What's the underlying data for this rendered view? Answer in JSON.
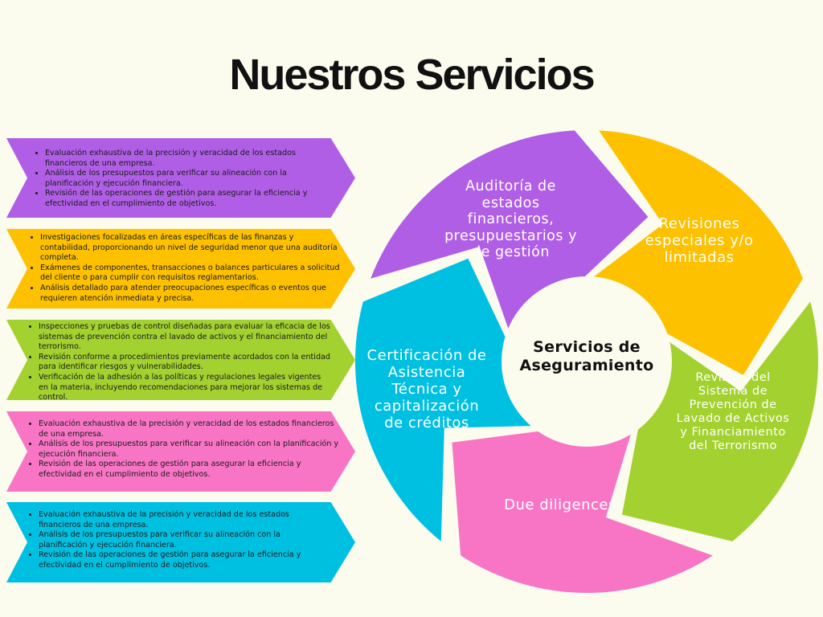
{
  "title": "Nuestros Servicios",
  "colors": {
    "background": "#fbfbee",
    "purple": "#b05ee6",
    "yellow": "#fdc100",
    "green": "#a3d12f",
    "pink": "#f875c5",
    "cyan": "#00c0e2"
  },
  "bands": [
    {
      "color": "purple",
      "bullets": [
        "Evaluación exhaustiva de la precisión y veracidad de los estados financieros de una empresa.",
        "Análisis de los presupuestos para verificar su alineación con la planificación y ejecución financiera.",
        "Revisión de las operaciones de gestión para asegurar la eficiencia y efectividad en el cumplimiento de objetivos."
      ]
    },
    {
      "color": "yellow",
      "bullets": [
        "Investigaciones focalizadas en áreas específicas de las finanzas y contabilidad, proporcionando un nivel de seguridad menor que una auditoría completa.",
        "Exámenes de componentes, transacciones o balances particulares a solicitud del cliente o para cumplir con requisitos reglamentarios.",
        "Análisis detallado para atender preocupaciones específicas o eventos que requieren atención inmediata y precisa."
      ]
    },
    {
      "color": "green",
      "bullets": [
        "Inspecciones y pruebas de control diseñadas para evaluar la eficacia de los sistemas de prevención contra el lavado de activos y el financiamiento del terrorismo.",
        "Revisión conforme a procedimientos previamente acordados con la entidad para identificar riesgos y vulnerabilidades.",
        "Verificación de la adhesión a las políticas y regulaciones legales vigentes en la materia, incluyendo recomendaciones para mejorar los sistemas de control."
      ]
    },
    {
      "color": "pink",
      "bullets": [
        "Evaluación exhaustiva de la precisión y veracidad de los estados financieros de una empresa.",
        "Análisis de los presupuestos para verificar su alineación con la planificación y ejecución financiera.",
        "Revisión de las operaciones de gestión para asegurar la eficiencia y efectividad en el cumplimiento de objetivos."
      ]
    },
    {
      "color": "cyan",
      "bullets": [
        "Evaluación exhaustiva de la precisión y veracidad de los estados financieros de una empresa.",
        "Análisis de los presupuestos para verificar su alineación con la planificación y ejecución financiera.",
        "Revisión de las operaciones de gestión para asegurar la eficiencia y efectividad en el cumplimiento de objetivos."
      ]
    }
  ],
  "cycle": {
    "center": "Servicios de Aseguramiento",
    "segments": [
      {
        "label": "Auditoría de estados financieros, presupuestarios y de gestión",
        "color": "purple"
      },
      {
        "label": "Revisiones especiales y/o limitadas",
        "color": "yellow"
      },
      {
        "label": "Revisión del Sistema de Prevención de Lavado de Activos y Financiamiento del Terrorismo",
        "color": "green"
      },
      {
        "label": "Due diligences",
        "color": "pink"
      },
      {
        "label": "Certificación de Asistencia Técnica y capitalización de créditos",
        "color": "cyan"
      }
    ]
  }
}
